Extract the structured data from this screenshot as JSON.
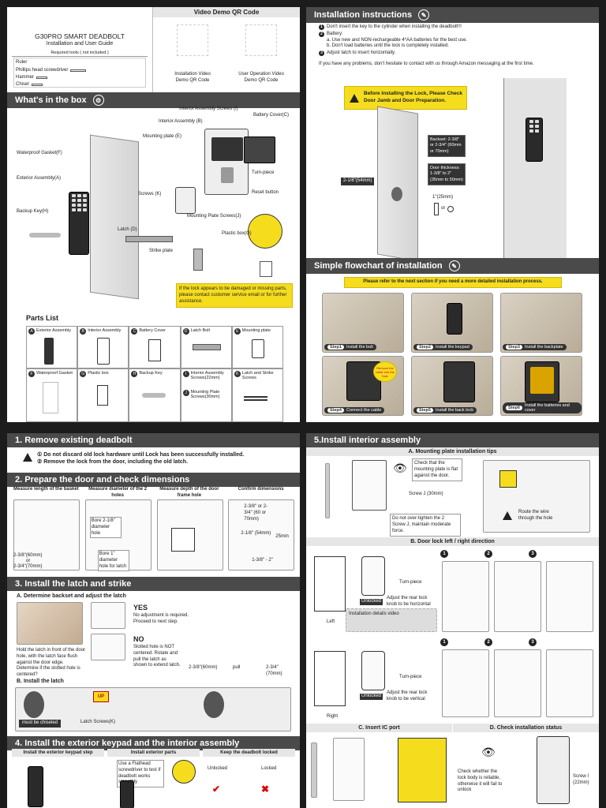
{
  "p1": {
    "qr_title": "Video Demo QR Code",
    "product_title": "G30PRO SMART DEADBOLT",
    "guide_title": "Installation and User Guide",
    "tools_title": "Required tools ( not included )",
    "tools": [
      "Ruler",
      "Phillips head screwdriver",
      "Hammer",
      "Chisel"
    ],
    "qr_install": "Installation Video Demo QR Code",
    "qr_operation": "User Operation Video Demo QR Code",
    "box_title": "What's in the box",
    "labels": {
      "screws_i": "Interior Assembly Screws (I)",
      "battery_cover": "Battery Cover(C)",
      "interior_b": "Interior Assembly (B)",
      "mounting_e": "Mounting plate (E)",
      "gasket_f": "Waterproof Gasket(F)",
      "turn_piece": "Turn-piece",
      "exterior_a": "Exterior Assembly(A)",
      "screws_k": "Screws (K)",
      "reset": "Reset button",
      "backup_h": "Backup Key(H)",
      "mounting_screws_j": "Mounting Plate Screws(J)",
      "latch_d": "Latch (D)",
      "plastic_g": "Plastic box(G)",
      "strike": "Strike plate"
    },
    "damage_note": "If the lock appears to be damaged or missing parts, please contact customer service email or for further assistance.",
    "parts_title": "Parts List",
    "parts": [
      {
        "badge": "A",
        "label": "Exterior Assembly"
      },
      {
        "badge": "B",
        "label": "Interior Assembly"
      },
      {
        "badge": "C",
        "label": "Battery Cover"
      },
      {
        "badge": "D",
        "label": "Latch Bolt"
      },
      {
        "badge": "E",
        "label": "Mounting plate"
      },
      {
        "badge": "F",
        "label": "Waterproof Gasket"
      },
      {
        "badge": "G",
        "label": "Plastic box"
      },
      {
        "badge": "H",
        "label": "Backup Key"
      },
      {
        "badge": "I",
        "label": "Interior Assembly Screws(22mm)"
      },
      {
        "badge": "K",
        "label": "Latch and Strike Screws"
      }
    ],
    "parts_j": {
      "badge": "J",
      "label": "Mounting Plate Screws(30mm)"
    }
  },
  "p2": {
    "title": "Installation instructions",
    "items": [
      {
        "n": "1",
        "text": "Don't insert the key to the cylinder when installing the deadbolt!!!"
      },
      {
        "n": "2",
        "text": "Battery:"
      },
      {
        "n": "",
        "text": "a. Use new and NON-rechargeable 4*AA batteries for the best use."
      },
      {
        "n": "",
        "text": "b. Don't load batteries until the lock is completely installed."
      },
      {
        "n": "3",
        "text": "Adjust latch to insert horizontally."
      }
    ],
    "contact": "If you have any problems, don't hesitate to contact with us through Amazon messaging at the first time.",
    "warning": "Before Installing the Lock, Please Check Door Jamb and Door Preparation.",
    "backset": "Backset: 2-3/8\" or 2-3/4\" (60mm or 70mm)",
    "thickness": "Door thickness: 1-3/8\" to 2\" (35mm to 50mm)",
    "bore": "2-1/8\"(54mm)",
    "latch_hole": "1\"(25mm)",
    "or": "or",
    "flow_title": "Simple flowchart of installation",
    "flow_note": "Please refer to the next section if you need a more detailed installation process.",
    "cable_tip": "Remove the cable into the hole",
    "steps": [
      {
        "n": "Step1",
        "label": "Install the bolt"
      },
      {
        "n": "Step2",
        "label": "Install the keypad"
      },
      {
        "n": "Step3",
        "label": "Install the backplate"
      },
      {
        "n": "Step4",
        "label": "Connect the cable"
      },
      {
        "n": "Step5",
        "label": "Install the back lock"
      },
      {
        "n": "Step6",
        "label": "Install the batteries and cover"
      }
    ]
  },
  "p3": {
    "s1_title": "1. Remove existing deadbolt",
    "s1_items": [
      "① Do not discard old lock hardware until Lock has been successfully installed.",
      "② Remove the lock from the door, including the old latch."
    ],
    "s2_title": "2. Prepare the door and check dimensions",
    "s2_cols": [
      "Measure length of the basket",
      "Measure diameter of the 2 holes",
      "Measure depth of the door frame hole",
      "Confirm dimensions"
    ],
    "bore_hole": "Bore 2-1/8\" diameter hole",
    "bore_latch": "Bore 1\" diameter hole for latch",
    "len_a": "2-3/8\"(60mm)",
    "len_or": "or",
    "len_b": "2-3/4\"(70mm)",
    "dim_a": "2-3/8\" or 2-3/4\" (60 or 70mm)",
    "dim_b": "2-1/8\" (54mm)",
    "dim_c": "25mm",
    "dim_d": "1-3/8\" - 2\"",
    "s3_title": "3. Install the latch and strike",
    "s3a": "A. Determine backset and adjust the latch",
    "yes": "YES",
    "yes_text": "No adjustment is required. Proceed to next step.",
    "no": "NO",
    "no_text": "Slotted hole is NOT centered. Rotate and pull the latch as shown to extend latch.",
    "hold_text": "Hold the latch in front of the door hole, with the latch face flush against the door edge. Determine if the slotted hole is centered?",
    "rot_a": "2-3/8\"(60mm)",
    "rot_b": "2-3/4\"(70mm)",
    "pull": "pull",
    "s3b": "B. Install the latch",
    "up": "UP",
    "chisel": "must be chiseled",
    "latch_screws": "Latch Screws(K)",
    "s4_title": "4. Install the exterior keypad and the interior assembly",
    "s4_cols": [
      "Install the exterior keypad step",
      "Install exterior parts",
      "Keep the deadbolt locked"
    ],
    "s4_tip": "Use a Flathead screwdriver to test if deadbolt works smoothly",
    "unlocked": "Unlocked",
    "locked": "Locked"
  },
  "p4": {
    "title": "5.Install interior assembly",
    "a_title": "A. Mounting plate installation tips",
    "check_plate": "Check that the mounting plate is flat against the door.",
    "screw_j": "Screw J (30mm)",
    "overtighten": "Do not over-tighten the 2 Screw J, maintain moderate force.",
    "route": "Route the wire through the hole",
    "b_title": "B. Door lock left / right direction",
    "left": "Left",
    "right": "Right",
    "turn_piece": "Turn-piece",
    "adjust_h": "Adjust the rear lock knob to be horizontal",
    "adjust_v": "Adjust the rear lock knob to be vertical",
    "unlocked": "Unlocked",
    "details_video": "Installation details video",
    "step_nums": [
      "1",
      "2",
      "3"
    ],
    "c_title": "C. Insert IC port",
    "d_title": "D. Check installation status",
    "check_body": "Check whether the lock body is reliable, otherwise it will fail to unlock",
    "screw_i": "Screw I (22mm)"
  }
}
